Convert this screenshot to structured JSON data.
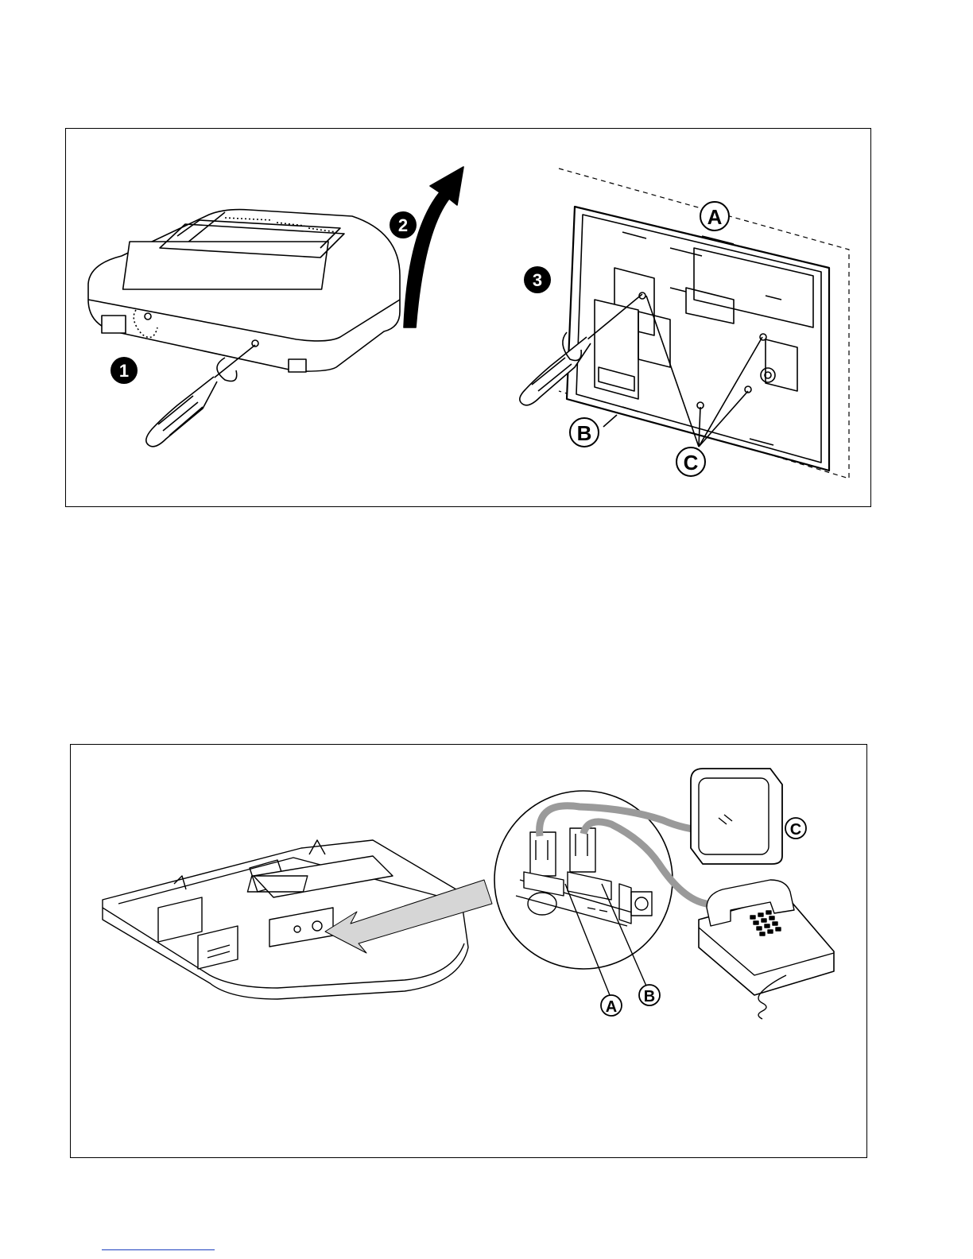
{
  "figure1": {
    "steps": [
      "1",
      "2",
      "3"
    ],
    "callouts": {
      "a": "A",
      "b": "B",
      "c": "C"
    }
  },
  "figure2": {
    "callouts": {
      "a": "A",
      "b": "B",
      "c": "C"
    }
  },
  "colors": {
    "line": "#000000",
    "cable": "#9a9a9a",
    "rule_blue": "#1a3fbf"
  }
}
